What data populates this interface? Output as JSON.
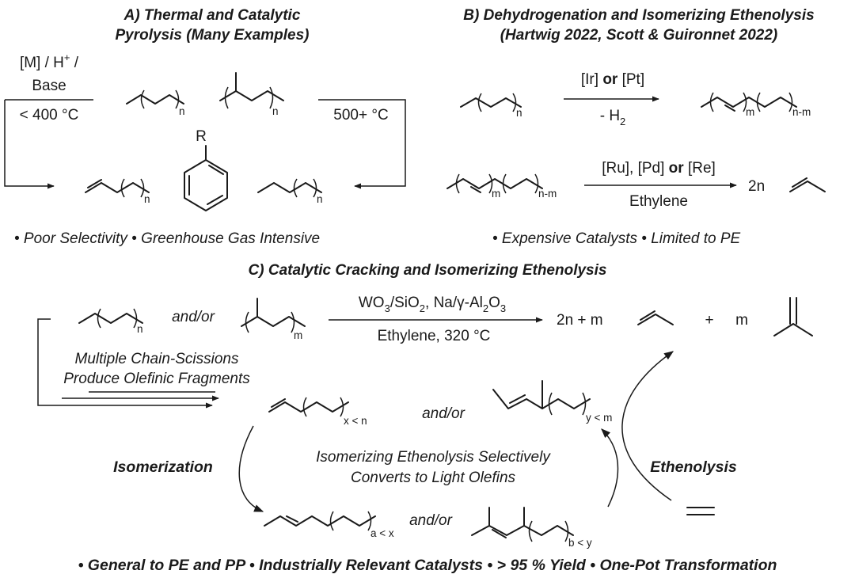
{
  "panel_a": {
    "title_line1": "A) Thermal and Catalytic",
    "title_line2": "Pyrolysis (Many Examples)",
    "cond_left_1": "[M] / H",
    "cond_left_1_sup": "+",
    "cond_left_1_end": " /",
    "cond_left_2": "Base",
    "cond_left_3": "< 400 °C",
    "cond_right": "500+ °C",
    "sub_n": "n",
    "arene_sub": "R",
    "bullets": "• Poor Selectivity  • Greenhouse Gas Intensive"
  },
  "panel_b": {
    "title_line1": "B) Dehydrogenation and Isomerizing Ethenolysis",
    "title_line2": "(Hartwig 2022, Scott & Guironnet 2022)",
    "cat1_a": "[Ir] ",
    "cat1_or": "or",
    "cat1_b": " [Pt]",
    "h2_a": "- H",
    "h2_sub": "2",
    "cat2_a": "[Ru], [Pd] ",
    "cat2_or": "or",
    "cat2_b": " [Re]",
    "ethylene": "Ethylene",
    "coef": "2n",
    "sub_n": "n",
    "sub_m": "m",
    "sub_nm": "n-m",
    "bullets": "• Expensive Catalysts • Limited to PE"
  },
  "panel_c": {
    "title": "C) Catalytic Cracking and Isomerizing Ethenolysis",
    "andor": "and/or",
    "sub_n": "n",
    "sub_m": "m",
    "cond1_a": "WO",
    "cond1_a_sub": "3",
    "cond1_b": "/SiO",
    "cond1_b_sub": "2",
    "cond1_c": ", Na/γ-Al",
    "cond1_c_sub": "2",
    "cond1_d": "O",
    "cond1_d_sub": "3",
    "cond2": "Ethylene, 320 °C",
    "prod_coef": "2n + m",
    "plus": "+",
    "coef_m": "m",
    "scission_1": "Multiple Chain-Scissions",
    "scission_2": "Produce Olefinic Fragments",
    "sub_xn": "x < n",
    "sub_ym": "y < m",
    "sub_ax": "a < x",
    "sub_by": "b < y",
    "isomerization": "Isomerization",
    "ethenolysis": "Ethenolysis",
    "center_1": "Isomerizing Ethenolysis Selectively",
    "center_2": "Converts to Light Olefins"
  },
  "footer": "• General to PE and PP  • Industrially Relevant Catalysts  • > 95 % Yield  • One-Pot Transformation"
}
